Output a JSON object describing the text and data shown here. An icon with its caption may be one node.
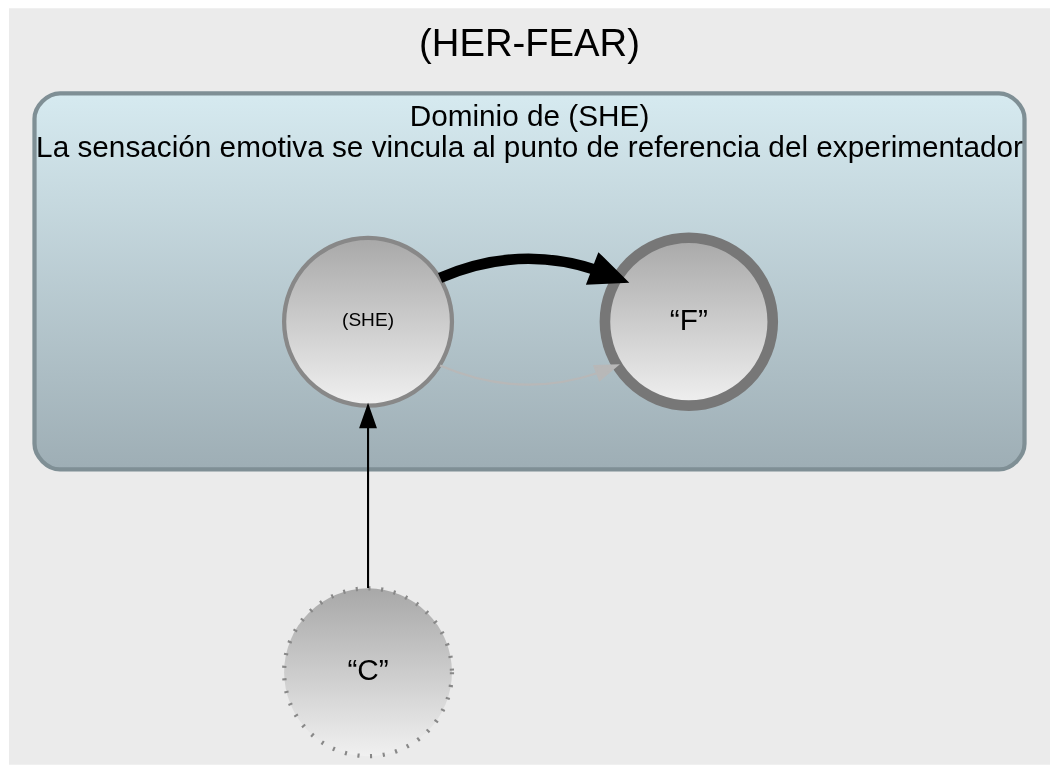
{
  "diagram": {
    "title": "(HER-FEAR)",
    "nodes": [
      {
        "text": [
          "Dominio de (SHE)",
          "La sensación emotiva se vincula al punto de referencia del experimentador"
        ]
      },
      {
        "text": [
          "(SHE)"
        ],
        "in": 0
      },
      {
        "text": [
          "“F”"
        ],
        "in": 0
      },
      {
        "text": [
          "“C”"
        ]
      }
    ],
    "edges": [
      {
        "from": 3,
        "to": 1,
        "arrow": "to"
      },
      {
        "from": 1,
        "to": 2,
        "arrow": "to",
        "style": "thick"
      },
      {
        "from": 1,
        "to": 2,
        "arrow": "to",
        "color": "#b8b8b8"
      }
    ]
  }
}
